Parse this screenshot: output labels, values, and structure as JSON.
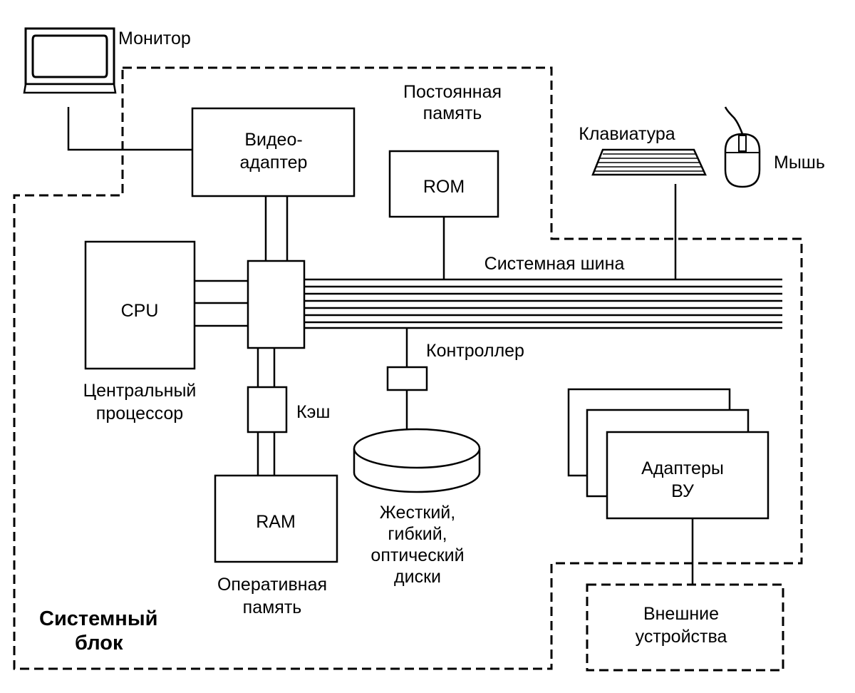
{
  "labels": {
    "monitor": "Монитор",
    "rom_caption_line1": "Постоянная",
    "rom_caption_line2": "память",
    "video_line1": "Видео-",
    "video_line2": "адаптер",
    "rom": "ROM",
    "keyboard": "Клавиатура",
    "mouse": "Мышь",
    "system_bus": "Системная шина",
    "cpu": "CPU",
    "cpu_caption_line1": "Центральный",
    "cpu_caption_line2": "процессор",
    "controller": "Контроллер",
    "cache": "Кэш",
    "ram": "RAM",
    "ram_caption_line1": "Оперативная",
    "ram_caption_line2": "память",
    "disks_line1": "Жесткий,",
    "disks_line2": "гибкий,",
    "disks_line3": "оптический",
    "disks_line4": "диски",
    "adapters_line1": "Адаптеры",
    "adapters_line2": "ВУ",
    "system_unit_line1": "Системный",
    "system_unit_line2": "блок",
    "external_line1": "Внешние",
    "external_line2": "устройства"
  }
}
